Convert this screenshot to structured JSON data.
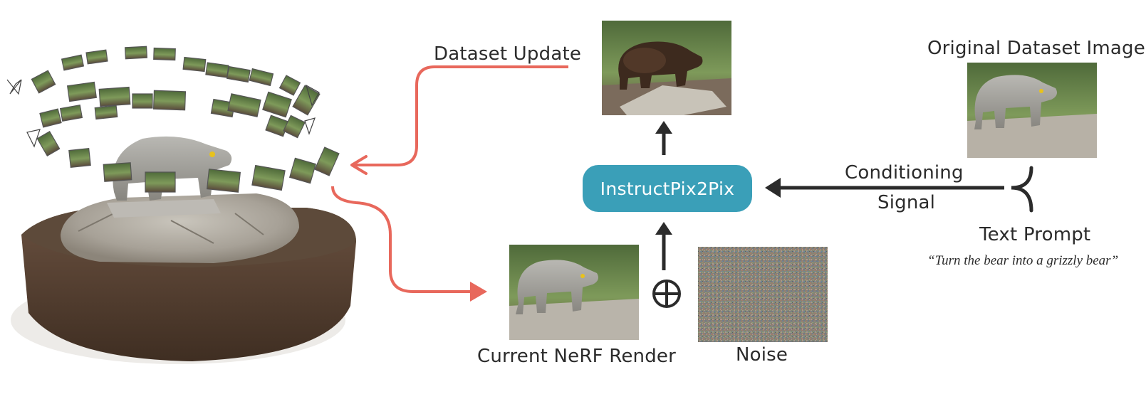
{
  "labels": {
    "dataset_update": "Dataset Update",
    "original_dataset_image": "Original Dataset Image",
    "model": "InstructPix2Pix",
    "conditioning_line1": "Conditioning",
    "conditioning_line2": "Signal",
    "text_prompt": "Text Prompt",
    "prompt_text": "“Turn the bear into a grizzly bear”",
    "current_render": "Current NeRF Render",
    "noise": "Noise",
    "plus_symbol": "⊕"
  },
  "colors": {
    "feedback_arrow": "#e8685c",
    "flow_arrow": "#2b2b2b",
    "model_box": "#3a9fb8"
  }
}
